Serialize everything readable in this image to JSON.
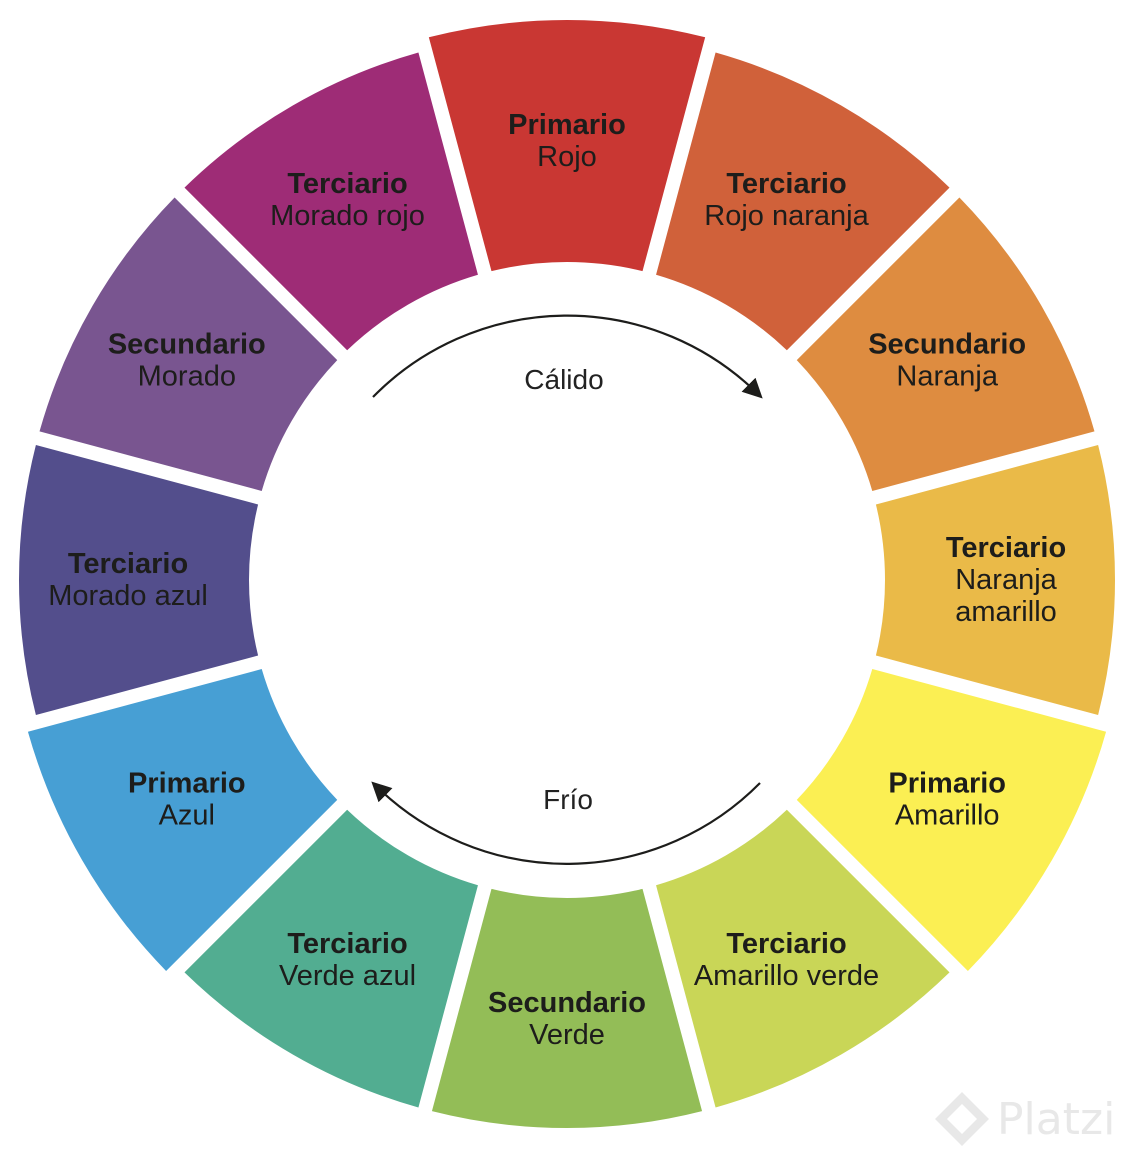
{
  "wheel": {
    "segments": [
      {
        "type": "Primario",
        "name": [
          "Rojo"
        ],
        "color": "#c93733",
        "text_color": "#1d1d1b"
      },
      {
        "type": "Terciario",
        "name": [
          "Rojo naranja"
        ],
        "color": "#d0613a",
        "text_color": "#1d1d1b"
      },
      {
        "type": "Secundario",
        "name": [
          "Naranja"
        ],
        "color": "#de8c40",
        "text_color": "#1d1d1b"
      },
      {
        "type": "Terciario",
        "name": [
          "Naranja",
          "amarillo"
        ],
        "color": "#eaba48",
        "text_color": "#1d1d1b"
      },
      {
        "type": "Primario",
        "name": [
          "Amarillo"
        ],
        "color": "#fbef53",
        "text_color": "#1d1d1b"
      },
      {
        "type": "Terciario",
        "name": [
          "Amarillo verde"
        ],
        "color": "#c9d657",
        "text_color": "#1d1d1b"
      },
      {
        "type": "Secundario",
        "name": [
          "Verde"
        ],
        "color": "#93bd57",
        "text_color": "#1d1d1b"
      },
      {
        "type": "Terciario",
        "name": [
          "Verde azul"
        ],
        "color": "#52ad91",
        "text_color": "#1d1d1b"
      },
      {
        "type": "Primario",
        "name": [
          "Azul"
        ],
        "color": "#479fd4",
        "text_color": "#1d1d1b"
      },
      {
        "type": "Terciario",
        "name": [
          "Morado azul"
        ],
        "color": "#534e8c",
        "text_color": "#1d1d1b"
      },
      {
        "type": "Secundario",
        "name": [
          "Morado"
        ],
        "color": "#795590",
        "text_color": "#1d1d1b"
      },
      {
        "type": "Terciario",
        "name": [
          "Morado rojo"
        ],
        "color": "#9e2c76",
        "text_color": "#1d1d1b"
      }
    ]
  },
  "temperature": {
    "warm_label": "Cálido",
    "cold_label": "Frío"
  },
  "watermark": {
    "text": "Platzi"
  },
  "icons": {
    "warm_arrow": "arrow-clockwise-icon",
    "cold_arrow": "arrow-counterclockwise-icon",
    "watermark_logo": "platzi-logo-icon"
  }
}
